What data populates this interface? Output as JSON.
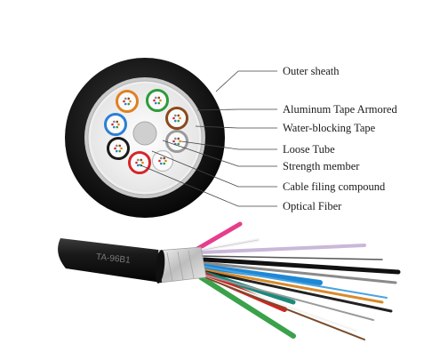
{
  "labels": {
    "outer_sheath": "Outer sheath",
    "aluminum_tape": "Aluminum Tape Armored",
    "water_blocking": "Water-blocking Tape",
    "loose_tube": "Loose Tube",
    "strength_member": "Strength member",
    "filling_compound": "Cable filing compound",
    "optical_fiber": "Optical Fiber"
  },
  "cable_marking": "TA-96B1",
  "colors": {
    "sheath": "#141414",
    "tape": "#d9d9d9",
    "tube_orange": "#e0801e",
    "tube_green": "#2e9b3a",
    "tube_brown": "#8a4a1c",
    "tube_grey": "#9a9a9a",
    "tube_white": "#f2f2f2",
    "tube_red": "#d6262a",
    "tube_black": "#1a1a1a",
    "tube_blue": "#2c7fd4"
  }
}
